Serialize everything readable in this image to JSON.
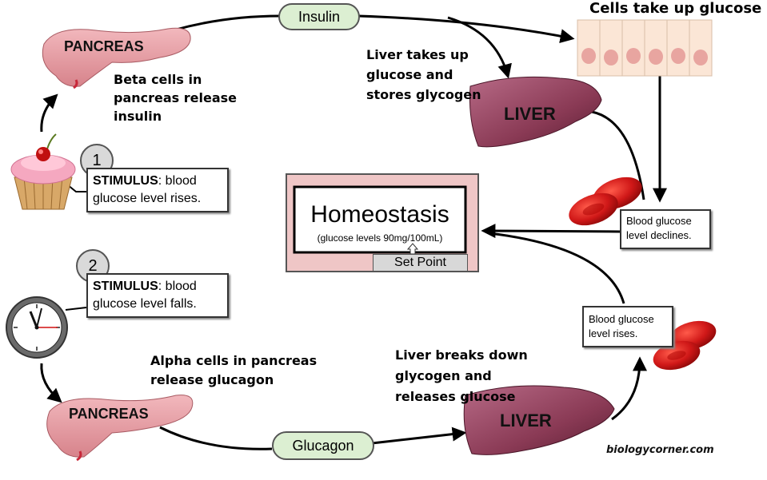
{
  "labels": {
    "insulin": "Insulin",
    "glucagon": "Glucagon",
    "pancreas_top": "PANCREAS",
    "pancreas_bottom": "PANCREAS",
    "liver_top": "LIVER",
    "liver_bottom": "LIVER",
    "cells_take_up": "Cells take up glucose",
    "beta_cells": "Beta cells in pancreas release insulin",
    "liver_stores": "Liver takes up glucose and stores glycogen",
    "alpha_cells": "Alpha cells in pancreas release glucagon",
    "liver_breaks": "Liver breaks down glycogen and releases glucose",
    "credit": "biologycorner.com"
  },
  "stimulus_1": {
    "number": "1",
    "prefix": "STIMULUS",
    "text": ":  blood glucose level rises."
  },
  "stimulus_2": {
    "number": "2",
    "prefix": "STIMULUS",
    "text": ":  blood glucose level falls."
  },
  "declines_box": "Blood glucose level declines.",
  "rises_box": "Blood glucose level rises.",
  "homeostasis": {
    "title": "Homeostasis",
    "subtitle": "(glucose levels 90mg/100mL)",
    "set_point": "Set Point"
  },
  "colors": {
    "pancreas": "#e8a0a6",
    "liver": "#8a3a55",
    "blood_cell": "#d01818",
    "pill_fill": "#dcefd2",
    "frame_pink": "#efc6c6",
    "cell_fill": "#fbe6d6",
    "nucleus": "#e8a5a0"
  }
}
